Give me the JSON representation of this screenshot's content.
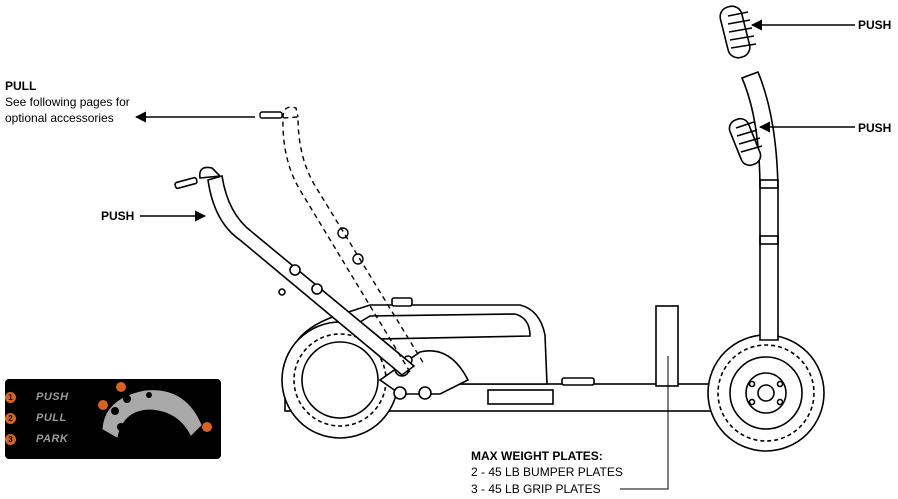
{
  "callouts": {
    "pull_title": "PULL",
    "pull_note_line1": "See following pages for",
    "pull_note_line2": "optional accessories",
    "push_left": "PUSH",
    "push_top": "PUSH",
    "push_mid": "PUSH"
  },
  "plates": {
    "title": "MAX WEIGHT PLATES:",
    "bumper": "2 - 45 LB BUMPER PLATES",
    "grip": "3 - 45 LB GRIP PLATES"
  },
  "legend": {
    "modes": [
      {
        "num": "1",
        "label": "PUSH"
      },
      {
        "num": "2",
        "label": "PULL"
      },
      {
        "num": "3",
        "label": "PARK"
      }
    ],
    "accent": "#d9631e",
    "background": "#000000"
  }
}
